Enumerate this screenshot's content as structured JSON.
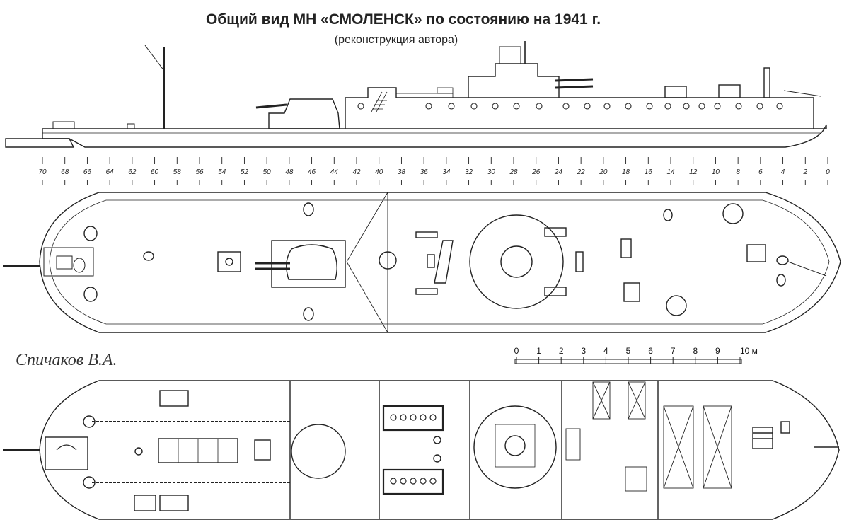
{
  "header": {
    "title": "Общий вид МН «СМОЛЕНСК» по состоянию на 1941 г.",
    "subtitle": "(реконструкция автора)"
  },
  "author": "Спичаков В.А.",
  "frame_numbers": [
    "70",
    "68",
    "66",
    "64",
    "62",
    "60",
    "58",
    "56",
    "54",
    "52",
    "50",
    "48",
    "46",
    "44",
    "42",
    "40",
    "38",
    "36",
    "34",
    "32",
    "30",
    "28",
    "26",
    "24",
    "22",
    "20",
    "18",
    "16",
    "14",
    "12",
    "10",
    "8",
    "6",
    "4",
    "2",
    "0"
  ],
  "scale_bar": {
    "labels": [
      "0",
      "1",
      "2",
      "3",
      "4",
      "5",
      "6",
      "7",
      "8",
      "9",
      "10 м"
    ]
  },
  "views": [
    "side-profile",
    "deck-plan",
    "internal-plan"
  ]
}
